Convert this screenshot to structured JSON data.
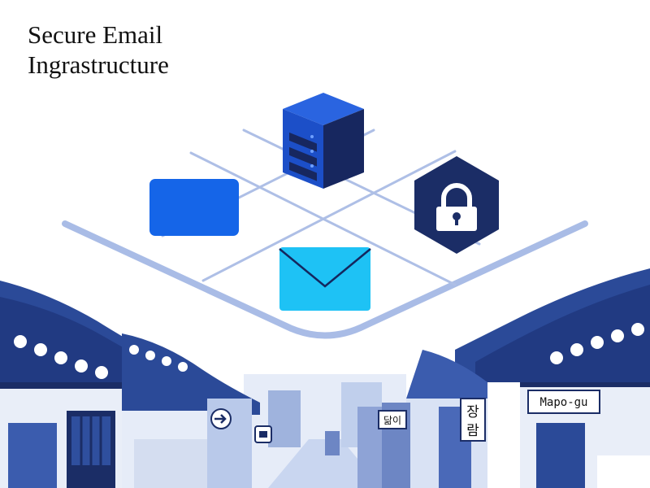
{
  "header": {
    "title_line1": "Secure Email",
    "title_line2": "Ingrastructure"
  },
  "signs": {
    "left_small": "닮이",
    "right_vertical_top": "장",
    "right_vertical_bottom": "람",
    "district": "Mapo-gu"
  },
  "icons": {
    "server": "server-icon",
    "window": "window-card-icon",
    "lock": "padlock-icon",
    "mail": "envelope-icon",
    "arrow": "arrow-right-icon"
  },
  "colors": {
    "navy": "#1b2d66",
    "blue": "#1565e8",
    "sky": "#1ec2f5",
    "grid": "#aebfe6",
    "roof": "#2b4a98",
    "wall": "#e9eef8"
  }
}
